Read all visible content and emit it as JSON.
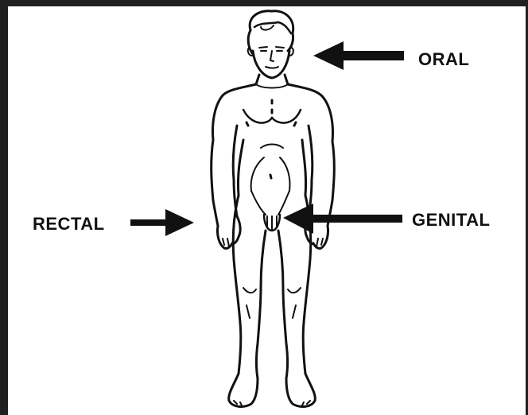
{
  "labels": {
    "oral": "ORAL",
    "rectal": "RECTAL",
    "genital": "GENITAL"
  },
  "colors": {
    "line": "#111111",
    "background": "#ffffff",
    "frame": "#202020"
  },
  "icons": [
    "human-figure-illustration",
    "arrow-left-icon",
    "arrow-right-icon"
  ]
}
